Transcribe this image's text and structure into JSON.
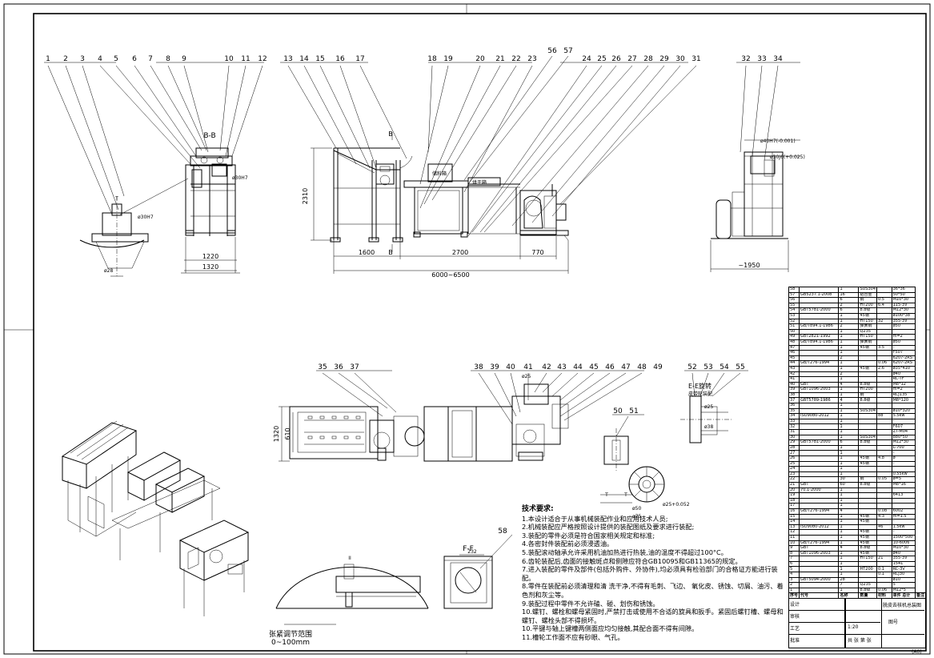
{
  "views": {
    "callouts_row1": [
      "1",
      "2",
      "3",
      "4",
      "5",
      "6",
      "7",
      "8",
      "9",
      "10",
      "11",
      "12",
      "13",
      "14",
      "15",
      "16",
      "17",
      "18",
      "19",
      "20",
      "21",
      "22",
      "23",
      "56",
      "57",
      "24",
      "25",
      "26",
      "27",
      "28",
      "29",
      "30",
      "31",
      "32",
      "33",
      "34"
    ],
    "callouts_row2": [
      "35",
      "36",
      "37",
      "38",
      "39",
      "40",
      "41",
      "42",
      "43",
      "44",
      "45",
      "46",
      "47",
      "48",
      "49",
      "50",
      "51",
      "52",
      "53",
      "54",
      "55"
    ],
    "callout_58": "58",
    "section_bb": "B-B",
    "section_b": "B",
    "section_ee": "E-E旋转",
    "section_ee_sub": "皮带轮装配",
    "section_ff": "F-F",
    "dims": {
      "d1220": "1220",
      "d1320": "1320",
      "d2310": "2310",
      "d1600": "1600",
      "d2700": "2700",
      "d770": "770",
      "d6000": "6000~6500",
      "d1950": "~1950",
      "d1320v": "1320",
      "d610": "610",
      "d232": "232",
      "phi28": "ø28",
      "phi30": "ø30H7",
      "phi40": "ø40H7(-0.001)",
      "phi30b": "ø30J6(+0.025)",
      "phi25": "ø25",
      "phi50": "ø50",
      "phi75": "ø75",
      "phi25b": "ø25+0.052",
      "phi25c": "ø25",
      "phi38": "ø38",
      "ii": "II",
      "ta": "T"
    },
    "box_label1": "储料箱",
    "box_label2": "烘干箱"
  },
  "range_label": "张紧调节范围",
  "range_value": "0~100mm",
  "notes": {
    "title": "技术要求:",
    "items": [
      "1.本设计适合于从事机械装配作业和应用技术人员;",
      "2.机械装配应严格按照设计提供的装配图纸及要求进行装配;",
      "3.装配的零件必须是符合国家相关规定和标准;",
      "4.各密封件装配前必须浸透油。",
      "5.装配滚动轴承允许采用机油加热进行热装,油的温度不得超过100°C。",
      "6.齿轮装配后,齿面的接触斑点和侧隙应符合GB10095和GB11365的规定。",
      "7.进入装配的零件及部件(包括外购件、外协件),均必须具有检验部门的合格证方能进行装配。",
      "8.零件在装配前必须清理和清 洗干净,不得有毛刺、飞边、 氧化皮、锈蚀、切屑、油污、着色剂和灰尘等。",
      "9.装配过程中零件不允许磕、碰、划伤和锈蚀。",
      "10.螺钉、螺栓和螺母紧固时,严禁打击或使用不合适的旋具和扳手。紧固后螺钉槽、螺母和螺钉、螺栓头部不得损坏。",
      "10.平键与轴上键槽两侧面应均匀接触,其配合面不得有间隙。",
      "11.槽轮工作面不应有砂眼、气孔。"
    ]
  },
  "bom": [
    [
      "58",
      "",
      "1",
      "SUS304",
      "",
      "36*36"
    ],
    [
      "57",
      "GB5237.1-2008",
      "16",
      "铝合金",
      "",
      "50*50"
    ],
    [
      "56",
      "",
      "6",
      "钢",
      "0.5",
      "M10*30"
    ],
    [
      "55",
      "",
      "2",
      "HT200",
      "6.4",
      "115-3V"
    ],
    [
      "54",
      "GBT5781-2000",
      "6",
      "8.8级",
      "",
      "M12*30"
    ],
    [
      "53",
      "",
      "1",
      "45钢",
      "",
      "ø100*38"
    ],
    [
      "52",
      "",
      "1",
      "HT150",
      "32",
      "355-3V"
    ],
    [
      "51",
      "GB/T894.1-1986",
      "2",
      "弹簧钢",
      "",
      "ø50"
    ],
    [
      "50",
      "",
      "1",
      "Q235",
      "",
      ""
    ],
    [
      "49",
      "GBT2821-1992",
      "1",
      "HT150",
      "",
      "m=2"
    ],
    [
      "48",
      "GB/T894.1-1986",
      "1",
      "弹簧钢",
      "",
      "ø50"
    ],
    [
      "47",
      "",
      "1",
      "45钢",
      "3.5",
      "-"
    ],
    [
      "46",
      "",
      "1",
      "",
      "",
      "F507"
    ],
    [
      "45",
      "",
      "2",
      "",
      "",
      "6207-2RS"
    ],
    [
      "44",
      "GB/T276-1994",
      "1",
      "",
      "0.06",
      "6207-2RS"
    ],
    [
      "43",
      "",
      "1",
      "45钢",
      "2.6",
      "ø35*410"
    ],
    [
      "42",
      "",
      "2",
      "",
      "",
      "ø40"
    ],
    [
      "41",
      "",
      "1",
      "",
      "",
      "RC-TF"
    ],
    [
      "40",
      "GBT",
      "4",
      "8.8级",
      "",
      "M8*12"
    ],
    [
      "39",
      "GBT1096-2003",
      "1",
      "HT200",
      "",
      "m=2"
    ],
    [
      "38",
      "",
      "1",
      "钢",
      "",
      "RCJ135"
    ],
    [
      "37",
      "GBT5789-1986",
      "4",
      "8.8级",
      "",
      "M8*120"
    ],
    [
      "36",
      "",
      "1",
      "",
      "",
      ""
    ],
    [
      "35",
      "",
      "1",
      "SUS304",
      "",
      "ø10*320"
    ],
    [
      "34",
      "ISO9080-2012",
      "1",
      "",
      "88",
      "5.5kw"
    ],
    [
      "33",
      "",
      "1",
      "",
      "",
      "-"
    ],
    [
      "32",
      "",
      "1",
      "",
      "",
      "F607"
    ],
    [
      "31",
      "",
      "1",
      "",
      "",
      "ZT-M04"
    ],
    [
      "30",
      "",
      "1",
      "SUS304",
      "",
      "880*50"
    ],
    [
      "29",
      "GBT5781-2000",
      "6",
      "8.8级",
      "",
      "M12*30"
    ],
    [
      "28",
      "",
      "1",
      "",
      "",
      "L-700"
    ],
    [
      "27",
      "",
      "1",
      "",
      "",
      "-"
    ],
    [
      "26",
      "",
      "1",
      "45钢",
      "4.8",
      "ø"
    ],
    [
      "25",
      "",
      "1",
      "45钢",
      "",
      "-"
    ],
    [
      "24",
      "",
      "1",
      "",
      "",
      ""
    ],
    [
      "23",
      "",
      "1",
      "",
      "",
      "0.55kw"
    ],
    [
      "22",
      "",
      "30",
      "钢",
      "0.05",
      "ø=5"
    ],
    [
      "21",
      "GBT",
      "60",
      "8.8级",
      "",
      "M8*16"
    ],
    [
      "20",
      "70.1-2000",
      "1",
      "",
      "",
      ""
    ],
    [
      "19",
      "",
      "1",
      "",
      "",
      "6413"
    ],
    [
      "18",
      "",
      "1",
      "",
      "",
      ""
    ],
    [
      "17",
      "",
      "1",
      "",
      "",
      ""
    ],
    [
      "16",
      "GB/T276-1994",
      "4",
      "",
      "0.08",
      "6002"
    ],
    [
      "15",
      "",
      "1",
      "45钢",
      "4.3",
      "m=1.5"
    ],
    [
      "14",
      "",
      "1",
      "45钢",
      "",
      "-"
    ],
    [
      "13",
      "ISO9080-2012",
      "1",
      "",
      "46",
      "1.5kw"
    ],
    [
      "12",
      "",
      "1",
      "45钢",
      "",
      "-"
    ],
    [
      "11",
      "",
      "1",
      "45钢",
      "",
      "1500*500"
    ],
    [
      "10",
      "GB/T276-1994",
      "1",
      "45钢",
      "",
      "10-6006"
    ],
    [
      "9",
      "GBT",
      "4",
      "8.8级",
      "",
      "M10*30"
    ],
    [
      "8",
      "GBT1096-2003",
      "1",
      "45钢",
      "",
      "ø40"
    ],
    [
      "7",
      "",
      "1",
      "HT150",
      "21",
      "355-3V"
    ],
    [
      "6",
      "",
      "1",
      "",
      "",
      "1541"
    ],
    [
      "5",
      "",
      "1",
      "HT200",
      "0.1",
      "RC-3V"
    ],
    [
      "4",
      "",
      "1",
      "",
      "0.1",
      "RCJ30"
    ],
    [
      "3",
      "GBT5094-2000",
      "28",
      "",
      "",
      "ø10"
    ],
    [
      "2",
      "",
      "7",
      "Q235",
      "",
      "5"
    ],
    [
      "1",
      "",
      "1",
      "8.8级",
      "0.06",
      "M12*5"
    ]
  ],
  "bom_header": [
    "序号",
    "代号",
    "名称",
    "数量",
    "材料",
    "单件 总计",
    "备注"
  ],
  "title_block": {
    "design": "设计",
    "check": "审核",
    "process": "工艺",
    "approve": "批准",
    "drawing_name": "脱皮去核机总装图",
    "scale": "1:20",
    "sheet": "共 张 第 张",
    "code": "图号",
    "format": "(A0)"
  }
}
